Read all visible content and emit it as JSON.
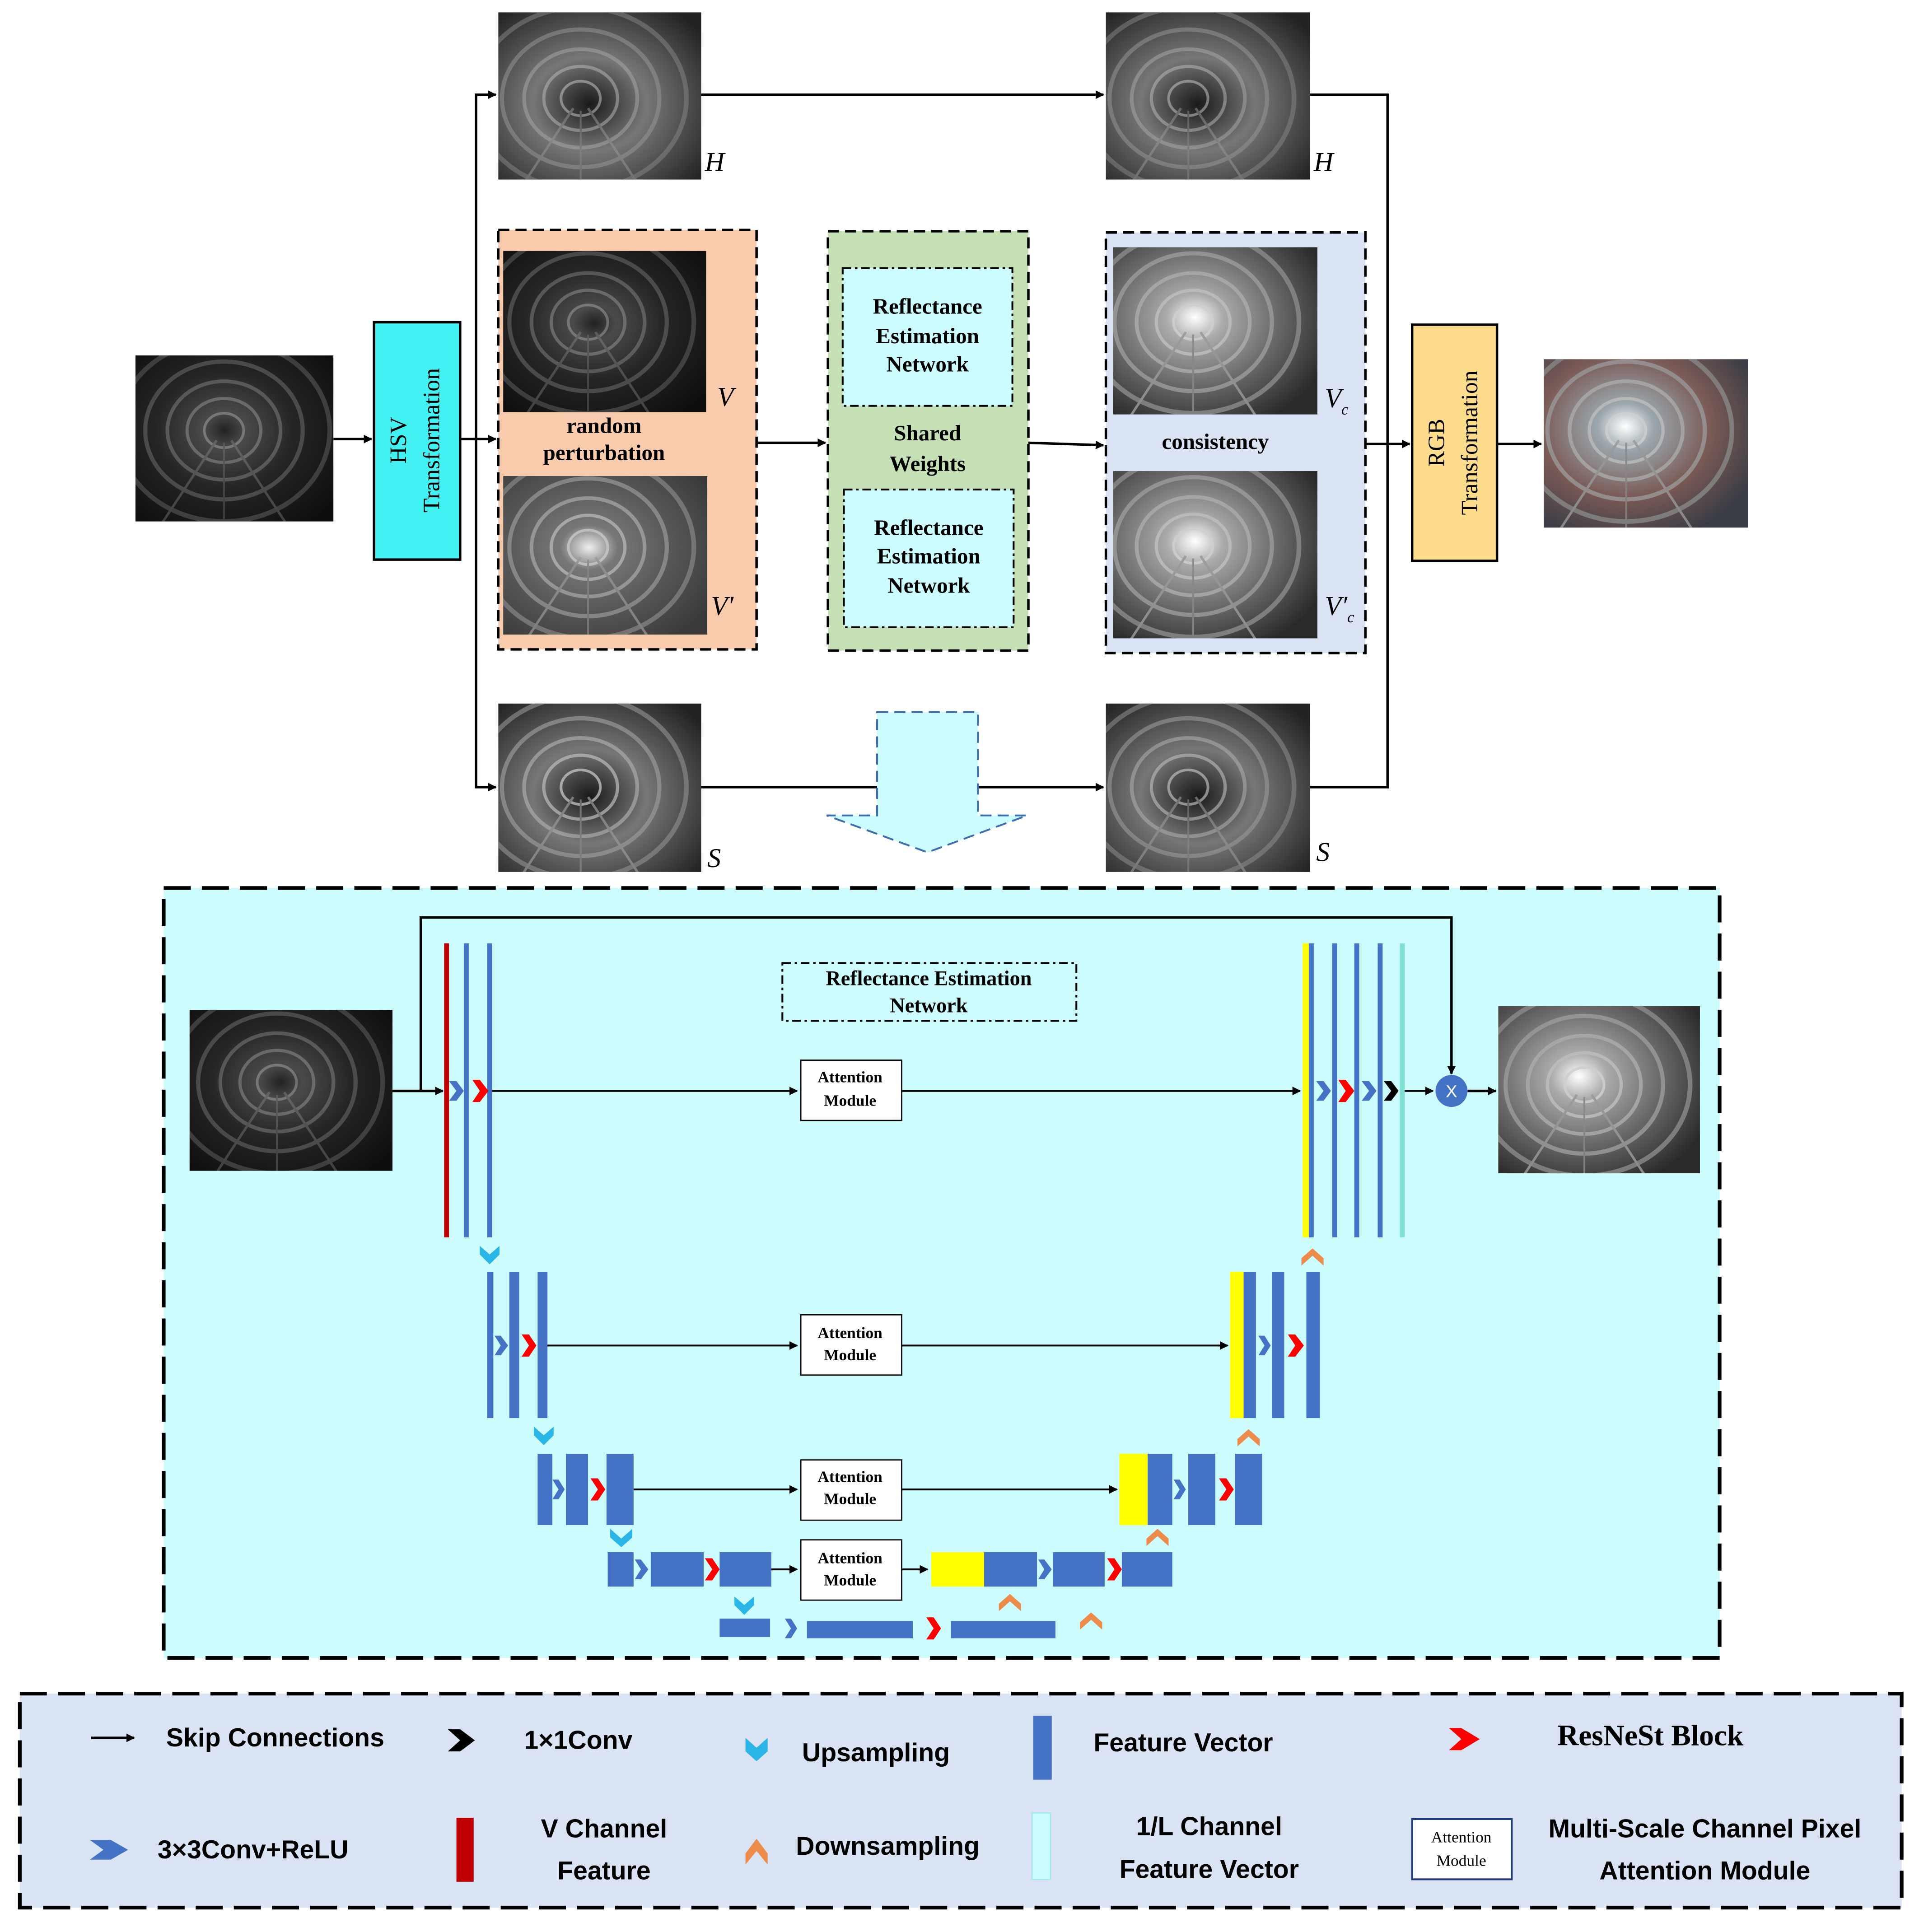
{
  "top": {
    "hsv_label_1": "HSV",
    "hsv_label_2": "Transformation",
    "rgb_label_1": "RGB",
    "rgb_label_2": "Transformation",
    "channel_h": "H",
    "channel_s": "S",
    "channel_v": "V",
    "channel_v_prime": "V′",
    "channel_vc": "V",
    "channel_vc_sub": "c",
    "channel_vc_prime": "V′",
    "random_perturbation_1": "random",
    "random_perturbation_2": "perturbation",
    "ren_label_1": "Reflectance",
    "ren_label_2": "Estimation",
    "ren_label_3": "Network",
    "shared_weights_1": "Shared",
    "shared_weights_2": "Weights",
    "consistency": "consistency"
  },
  "network": {
    "title_1": "Reflectance Estimation",
    "title_2": "Network",
    "attention_1": "Attention",
    "attention_2": "Module",
    "multiply_symbol": "X"
  },
  "legend": {
    "skip_connections": "Skip Connections",
    "conv1x1": "1×1Conv",
    "upsampling": "Upsampling",
    "feature_vector": "Feature Vector",
    "resnest_block": "ResNeSt Block",
    "conv3x3": "3×3Conv+ReLU",
    "v_channel_1": "V Channel",
    "v_channel_2": "Feature",
    "downsampling": "Downsampling",
    "l_channel_1": "1/L Channel",
    "l_channel_2": "Feature Vector",
    "attention_icon_1": "Attention",
    "attention_icon_2": "Module",
    "attention_desc_1": "Multi-Scale Channel Pixel",
    "attention_desc_2": "Attention Module"
  },
  "colors": {
    "hsv_box": "#43f0f2",
    "rgb_box": "#fddd8c",
    "perturb_panel": "#f8cbad",
    "shared_panel": "#c5e0b4",
    "consistency_panel": "#dae3f3",
    "network_bg": "#ccfcfd",
    "legend_bg": "#dae3f3",
    "feature_blue": "#4472c4",
    "v_channel_red": "#c00000",
    "l_channel_teal": "#7fe0d2",
    "highlight_yellow": "#ffff00",
    "resnest_red": "#ff0000",
    "upsample_cyan": "#29b6e6",
    "downsample_orange": "#ed8c4a"
  },
  "icons": {
    "tunnel_images": "tunnel-photo",
    "resnest": "red-chevron-icon",
    "conv3x3": "blue-chevron-icon",
    "conv1x1": "black-chevron-icon",
    "upsampling": "cyan-down-chevron-icon",
    "downsampling": "orange-up-chevron-icon",
    "multiply": "multiply-circle-icon"
  }
}
